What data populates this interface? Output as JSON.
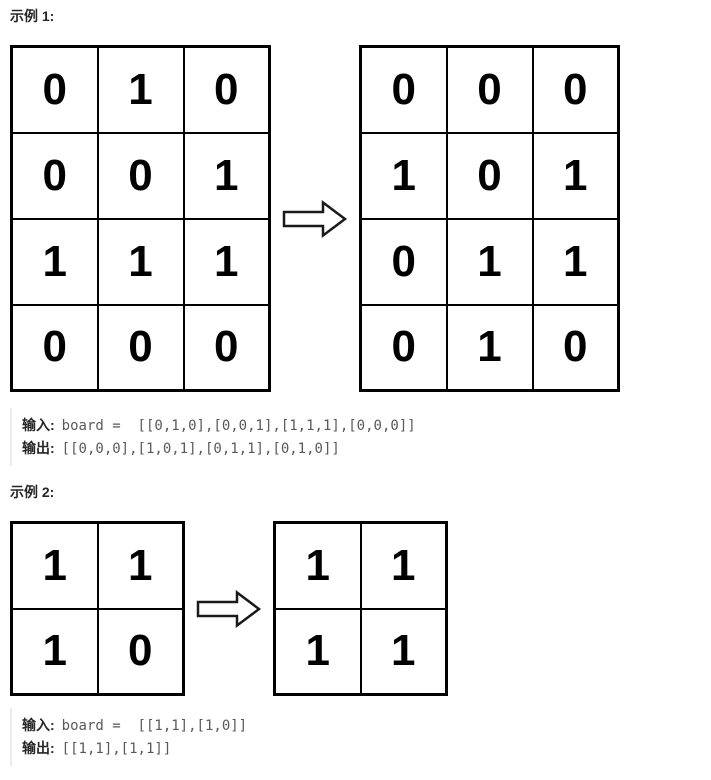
{
  "colors": {
    "page_bg": "#ffffff",
    "heading_text": "#262626",
    "label_text": "#262626",
    "code_text": "#595959",
    "grid_border": "#000000",
    "grid_digit": "#000000",
    "pre_border": "#ebebeb",
    "arrow_stroke": "#1a1a1a"
  },
  "icons": {
    "transform_arrow": "right-arrow-icon"
  },
  "examples": [
    {
      "heading": "示例 1:",
      "input_grid": [
        [
          0,
          1,
          0
        ],
        [
          0,
          0,
          1
        ],
        [
          1,
          1,
          1
        ],
        [
          0,
          0,
          0
        ]
      ],
      "output_grid": [
        [
          0,
          0,
          0
        ],
        [
          1,
          0,
          1
        ],
        [
          0,
          1,
          1
        ],
        [
          0,
          1,
          0
        ]
      ],
      "io": {
        "input_label": "输入:",
        "input_code": "board =  [[0,1,0],[0,0,1],[1,1,1],[0,0,0]]",
        "output_label": "输出:",
        "output_code": "[[0,0,0],[1,0,1],[0,1,1],[0,1,0]]"
      }
    },
    {
      "heading": "示例 2:",
      "input_grid": [
        [
          1,
          1
        ],
        [
          1,
          0
        ]
      ],
      "output_grid": [
        [
          1,
          1
        ],
        [
          1,
          1
        ]
      ],
      "io": {
        "input_label": "输入:",
        "input_code": "board =  [[1,1],[1,0]]",
        "output_label": "输出:",
        "output_code": "[[1,1],[1,1]]"
      }
    }
  ]
}
